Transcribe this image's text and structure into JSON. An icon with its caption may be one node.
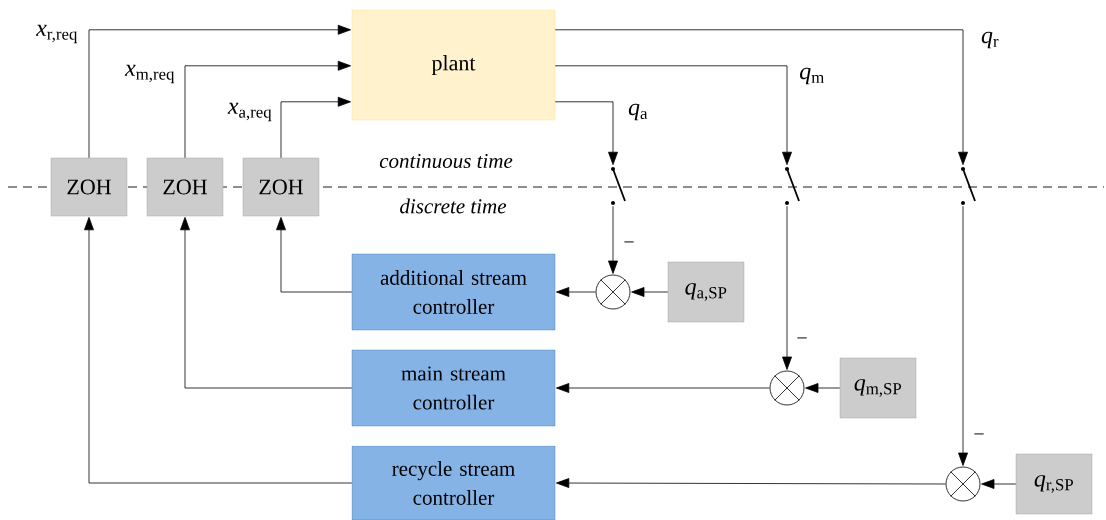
{
  "diagram": {
    "nodes": [
      {
        "text": [
          "plant"
        ]
      },
      {
        "text": [
          "ZOH"
        ]
      },
      {
        "text": [
          "ZOH"
        ]
      },
      {
        "text": [
          "ZOH"
        ]
      },
      {
        "text": [],
        "shape": "switch"
      },
      {
        "text": [],
        "shape": "switch"
      },
      {
        "text": [],
        "shape": "switch"
      },
      {
        "text": [],
        "shape": "circle"
      },
      {
        "text": [],
        "shape": "circle"
      },
      {
        "text": [],
        "shape": "circle"
      },
      {
        "text": [
          "*q*$_{a,SP}$"
        ]
      },
      {
        "text": [
          "*q*$_{m,SP}$"
        ]
      },
      {
        "text": [
          "*q*$_{r,SP}$"
        ]
      },
      {
        "text": [
          "additional stream controller"
        ]
      },
      {
        "text": [
          "main stream controller"
        ]
      },
      {
        "text": [
          "recycle stream controller"
        ]
      }
    ],
    "edges": [
      {
        "from": 1,
        "to": 0,
        "arrow": "to",
        "label": "*x*$_{r,req}$"
      },
      {
        "from": 2,
        "to": 0,
        "arrow": "to",
        "label": "*x*$_{m,req}$"
      },
      {
        "from": 3,
        "to": 0,
        "arrow": "to",
        "label": "*x*$_{a,req}$"
      },
      {
        "from": 0,
        "to": 4,
        "arrow": "to",
        "label": "*q*$_{a}$"
      },
      {
        "from": 0,
        "to": 5,
        "arrow": "to",
        "label": "*q*$_{m}$"
      },
      {
        "from": 0,
        "to": 6,
        "arrow": "to",
        "label": "*q*$_{r}$"
      },
      {
        "from": 4,
        "to": 7,
        "arrow": "to",
        "label": "−"
      },
      {
        "from": 5,
        "to": 8,
        "arrow": "to",
        "label": "−"
      },
      {
        "from": 6,
        "to": 9,
        "arrow": "to",
        "label": "−"
      },
      {
        "from": 10,
        "to": 7,
        "arrow": "to"
      },
      {
        "from": 11,
        "to": 8,
        "arrow": "to"
      },
      {
        "from": 12,
        "to": 9,
        "arrow": "to"
      },
      {
        "from": 7,
        "to": 13,
        "arrow": "to"
      },
      {
        "from": 8,
        "to": 14,
        "arrow": "to"
      },
      {
        "from": 9,
        "to": 15,
        "arrow": "to"
      },
      {
        "from": 13,
        "to": 3,
        "arrow": "to"
      },
      {
        "from": 14,
        "to": 2,
        "arrow": "to"
      },
      {
        "from": 15,
        "to": 1,
        "arrow": "to"
      }
    ],
    "labels": [
      "continuous time",
      "discrete time"
    ]
  }
}
